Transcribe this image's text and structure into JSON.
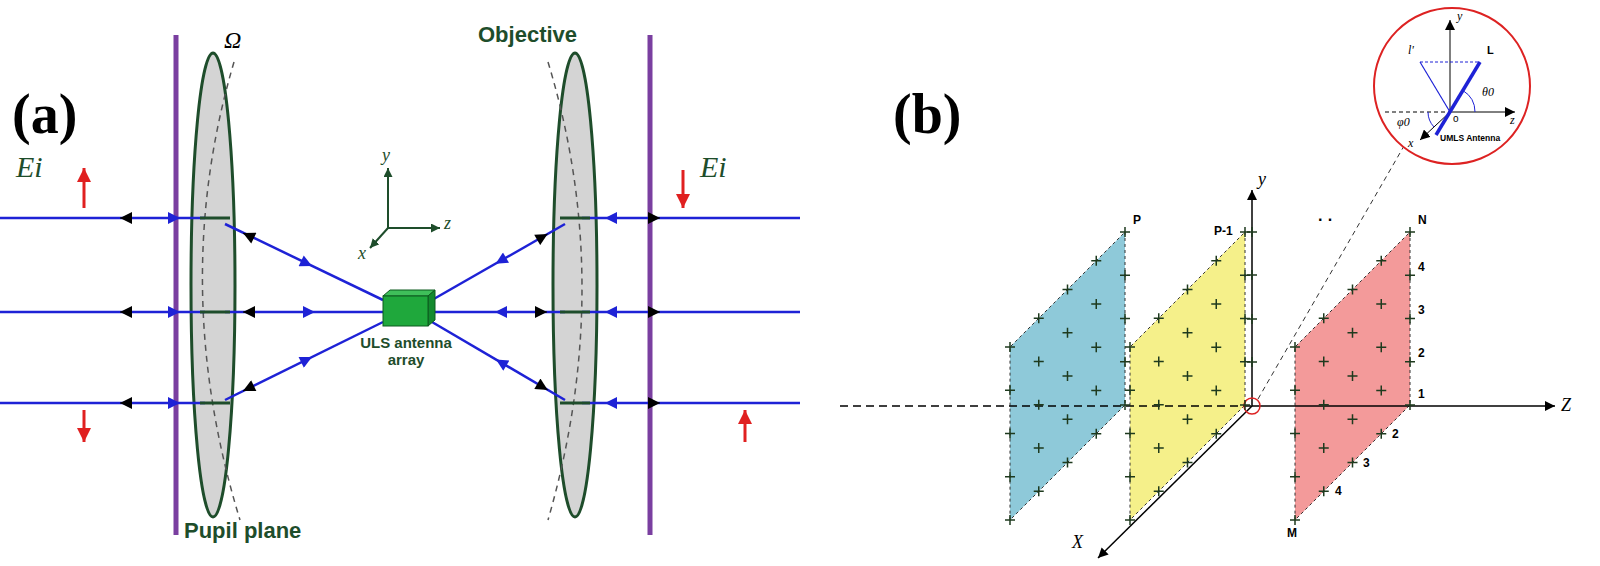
{
  "diagram": {
    "nodes": [
      {
        "text": [
          "ULS antenna array"
        ]
      }
    ],
    "labels": [
      "(a)",
      "Ei",
      "Ω",
      "Objective",
      "y",
      "z",
      "x",
      "Ei",
      "Pupil plane",
      "(b)",
      "P",
      "P-1",
      "· ·",
      "N",
      "4",
      "3",
      "2",
      "1",
      "2",
      "3",
      "4",
      "M",
      "y",
      "Z",
      "X",
      "y",
      "L",
      "l'",
      "θ0",
      "φ0",
      "o",
      "z",
      "x",
      "UMLS Antenna"
    ]
  }
}
